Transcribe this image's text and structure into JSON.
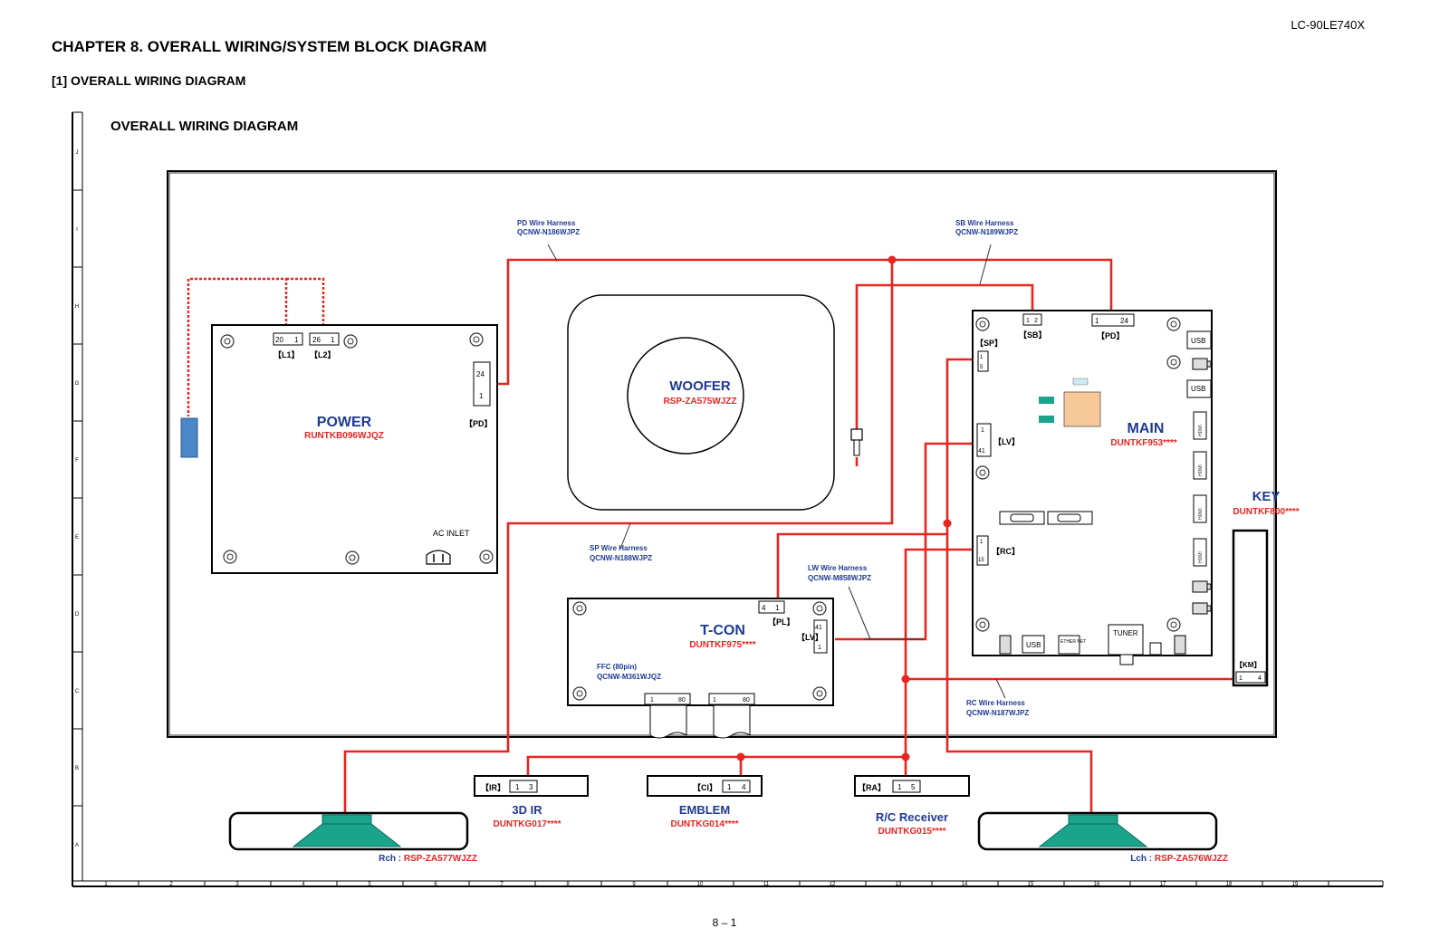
{
  "header": {
    "model": "LC-90LE740X",
    "chapter_title": "CHAPTER 8. OVERALL WIRING/SYSTEM BLOCK DIAGRAM",
    "section_title": "[1] OVERALL WIRING DIAGRAM"
  },
  "diagram": {
    "title": "OVERALL WIRING DIAGRAM",
    "row_labels": [
      "J",
      "I",
      "H",
      "G",
      "F",
      "E",
      "D",
      "C",
      "B",
      "A"
    ],
    "col_labels": [
      "1",
      "2",
      "3",
      "4",
      "5",
      "6",
      "7",
      "8",
      "9",
      "10",
      "11",
      "12",
      "13",
      "14",
      "15",
      "16",
      "17",
      "18",
      "19"
    ],
    "units": {
      "power": {
        "name": "POWER",
        "part": "RUNTKB096WJQZ",
        "ac_inlet": "AC INLET"
      },
      "woofer": {
        "name": "WOOFER",
        "part": "RSP-ZA575WJZZ"
      },
      "main": {
        "name": "MAIN",
        "part": "DUNTKF953****"
      },
      "tcon": {
        "name": "T-CON",
        "part": "DUNTKF975****"
      },
      "key": {
        "name": "KEY",
        "part": "DUNTKF800****"
      },
      "ir3d": {
        "name": "3D IR",
        "part": "DUNTKG017****"
      },
      "emblem": {
        "name": "EMBLEM",
        "part": "DUNTKG014****"
      },
      "rc_receiver": {
        "name": "R/C Receiver",
        "part": "DUNTKG015****"
      },
      "speaker_r": {
        "prefix": "Rch : ",
        "part": "RSP-ZA577WJZZ"
      },
      "speaker_l": {
        "prefix": "Lch : ",
        "part": "RSP-ZA576WJZZ"
      }
    },
    "harnesses": {
      "pd": {
        "name": "PD Wire Harness",
        "part": "QCNW-N186WJPZ"
      },
      "sb": {
        "name": "SB Wire Harness",
        "part": "QCNW-N189WJPZ"
      },
      "sp": {
        "name": "SP Wire Harness",
        "part": "QCNW-N188WJPZ"
      },
      "lw": {
        "name": "LW Wire Harness",
        "part": "QCNW-M858WJPZ"
      },
      "rc": {
        "name": "RC Wire Harness",
        "part": "QCNW-N187WJPZ"
      },
      "ffc": {
        "name": "FFC (80pin)",
        "part": "QCNW-M361WJQZ"
      }
    },
    "connectors": {
      "l1": {
        "label": "【L1】",
        "pins_a": "20",
        "pins_b": "1"
      },
      "l2": {
        "label": "【L2】",
        "pins_a": "26",
        "pins_b": "1"
      },
      "power_pd": {
        "label": "【PD】",
        "pins_a": "24",
        "pins_b": "1"
      },
      "main_sb": {
        "label": "【SB】",
        "pins_a": "1",
        "pins_b": "2"
      },
      "main_pd": {
        "label": "【PD】",
        "pins_a": "1",
        "pins_b": "24"
      },
      "main_sp": {
        "label": "【SP】",
        "pins_a": "1",
        "pins_b": "5"
      },
      "main_lv": {
        "label": "【LV】",
        "pins_a": "1",
        "pins_b": "41"
      },
      "main_rc": {
        "label": "【RC】",
        "pins_a": "1",
        "pins_b": "15"
      },
      "tcon_pl": {
        "label": "【PL】",
        "pins_a": "4",
        "pins_b": "1"
      },
      "tcon_lv": {
        "label": "【LV】",
        "pins_a": "41",
        "pins_b": "1"
      },
      "ffc_1": {
        "pins_a": "1",
        "pins_b": "80"
      },
      "ffc_2": {
        "pins_a": "1",
        "pins_b": "80"
      },
      "km": {
        "label": "【KM】",
        "pins_a": "1",
        "pins_b": "4"
      },
      "ir": {
        "label": "【IR】",
        "pins_a": "1",
        "pins_b": "3"
      },
      "ci": {
        "label": "【CI】",
        "pins_a": "1",
        "pins_b": "4"
      },
      "ra": {
        "label": "【RA】",
        "pins_a": "1",
        "pins_b": "5"
      }
    },
    "main_ports": {
      "usb": "USB",
      "hdmi": "HDMI",
      "ethernet": "ETHER NET",
      "tuner": "TUNER"
    }
  },
  "footer": {
    "page": "8 – 1"
  },
  "colors": {
    "wire": "#e52521",
    "label_blue": "#1f3a93",
    "part_red": "#e52521",
    "speaker": "#1aa48c",
    "plug": "#4a86c8"
  }
}
